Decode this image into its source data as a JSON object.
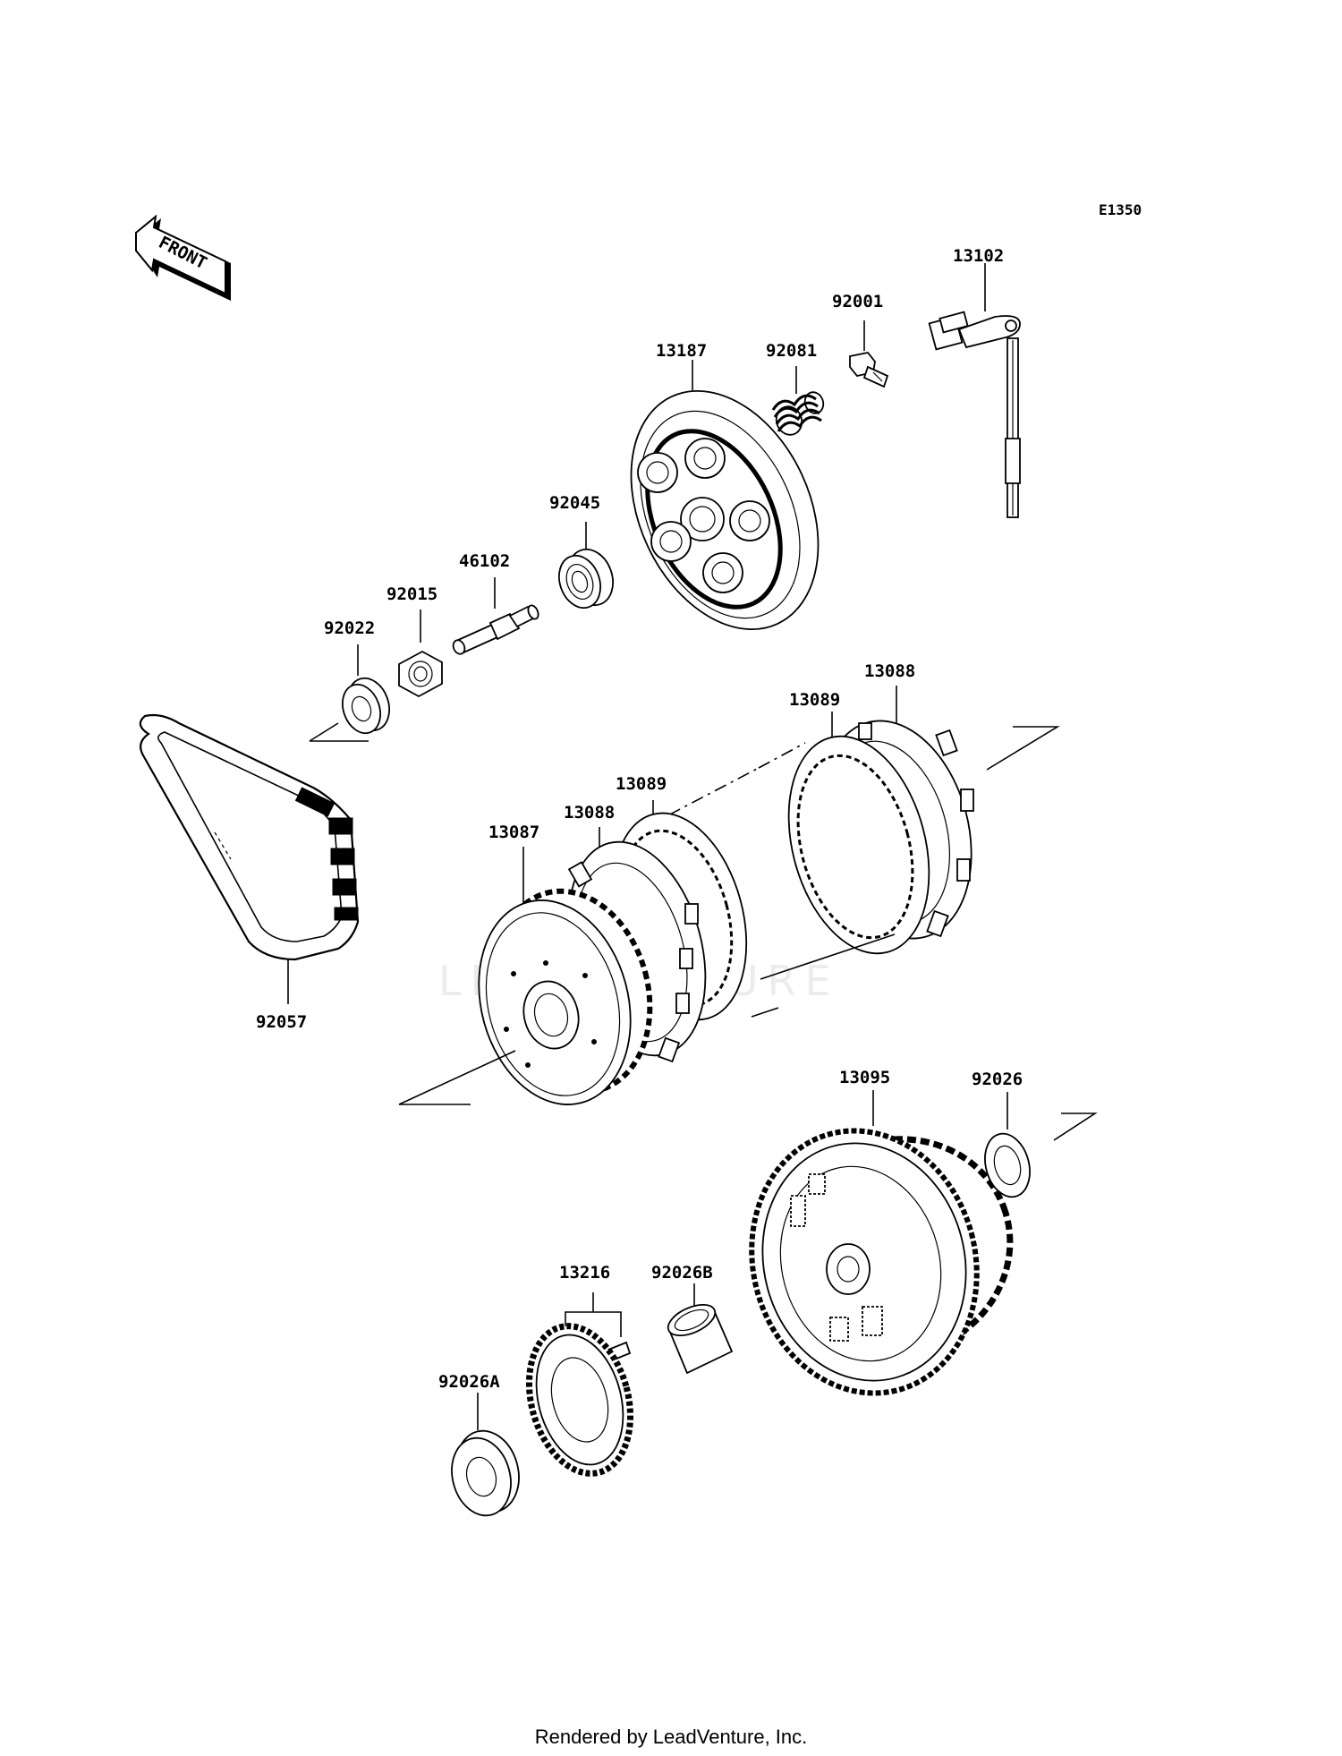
{
  "diagram_code": "E1350",
  "front_arrow": "FRONT",
  "watermark": "LEADVENTURE",
  "footer": "Rendered by LeadVenture, Inc.",
  "labels": {
    "p13102": "13102",
    "p92001": "92001",
    "p13187": "13187",
    "p92081": "92081",
    "p92045": "92045",
    "p46102": "46102",
    "p92015": "92015",
    "p92022": "92022",
    "p13088a": "13088",
    "p13089a": "13089",
    "p13089b": "13089",
    "p13088b": "13088",
    "p13087": "13087",
    "p92057": "92057",
    "p13095": "13095",
    "p92026": "92026",
    "p13216": "13216",
    "p92026B": "92026B",
    "p92026A": "92026A"
  }
}
